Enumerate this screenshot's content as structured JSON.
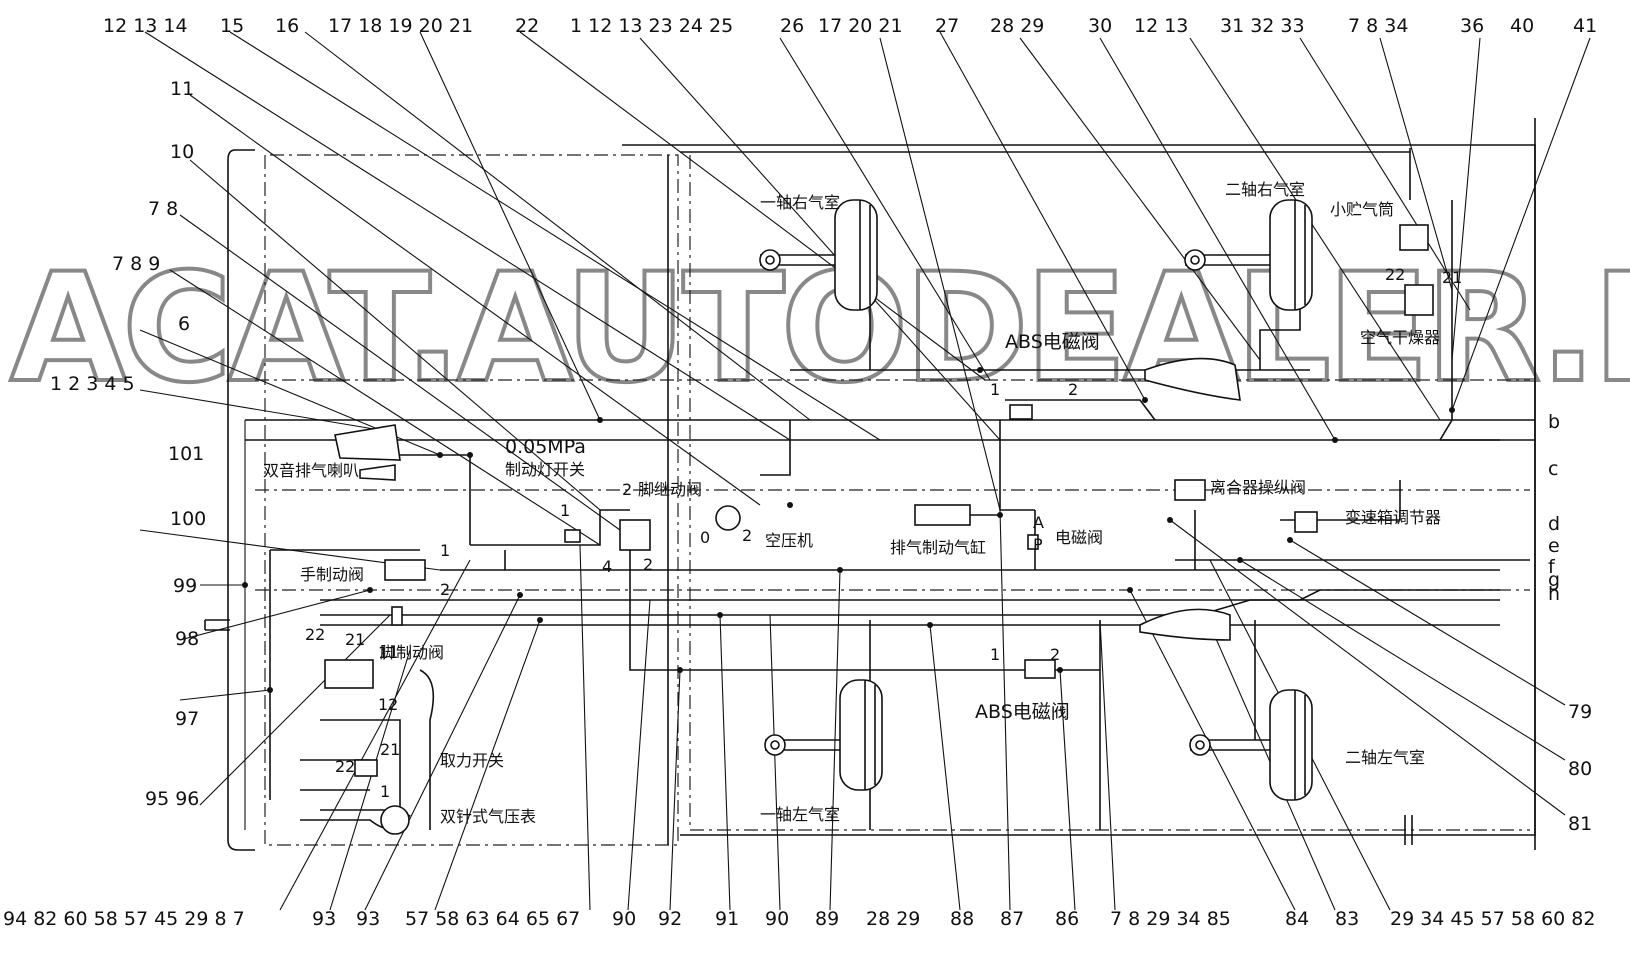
{
  "watermark": "ACAT.AUTODEALER.RU",
  "top_labels": [
    "12 13 14",
    "15",
    "16",
    "17 18 19 20 21",
    "22",
    "1 12 13 23 24 25",
    "26",
    "17 20 21",
    "27",
    "28 29",
    "30",
    "12 13",
    "31 32 33",
    "7 8 34",
    "36",
    "40",
    "41"
  ],
  "left_labels": [
    "11",
    "10",
    "7 8",
    "7 8 9",
    "6",
    "1 2 3 4 5",
    "101",
    "100",
    "99",
    "98",
    "97",
    "95 96"
  ],
  "right_labels": [
    "79",
    "80",
    "81"
  ],
  "side_letters": [
    "b",
    "c",
    "d",
    "e",
    "f",
    "g",
    "h"
  ],
  "bottom_labels": [
    "94 82 60 58 57 45 29 8 7",
    "93",
    "93",
    "57 58 63 64 65 67",
    "90",
    "92",
    "91",
    "90",
    "89",
    "28 29",
    "88",
    "87",
    "86",
    "7 8 29 34 85",
    "84",
    "83",
    "29 34 45 57 58 60 82"
  ],
  "components": {
    "axle1_right_chamber": "一轴右气室",
    "axle2_right_chamber": "二轴右气室",
    "small_tank": "小贮气筒",
    "air_dryer": "空气干燥器",
    "abs_valve_top": "ABS电磁阀",
    "dual_horn": "双音排气喇叭",
    "pressure": "0.05MPa",
    "brake_light_switch": "制动灯开关",
    "foot_relay_valve": "脚继动阀",
    "compressor": "空压机",
    "exhaust_brake_cyl": "排气制动气缸",
    "solenoid_valve": "电磁阀",
    "clutch_valve": "离合器操纵阀",
    "gearbox_regulator": "变速箱调节器",
    "hand_brake_valve": "手制动阀",
    "foot_brake_valve": "脚制动阀",
    "pto_switch": "取力开关",
    "dual_gauge": "双针式气压表",
    "abs_valve_bottom": "ABS电磁阀",
    "axle1_left_chamber": "一轴左气室",
    "axle2_left_chamber": "二轴左气室"
  },
  "port_numbers": {
    "p1": "1",
    "p2": "2",
    "p4": "4",
    "p0": "0",
    "pA": "A",
    "pP": "P",
    "n22": "22",
    "n21": "21",
    "n11": "11",
    "n12": "12",
    "n1": "1"
  }
}
